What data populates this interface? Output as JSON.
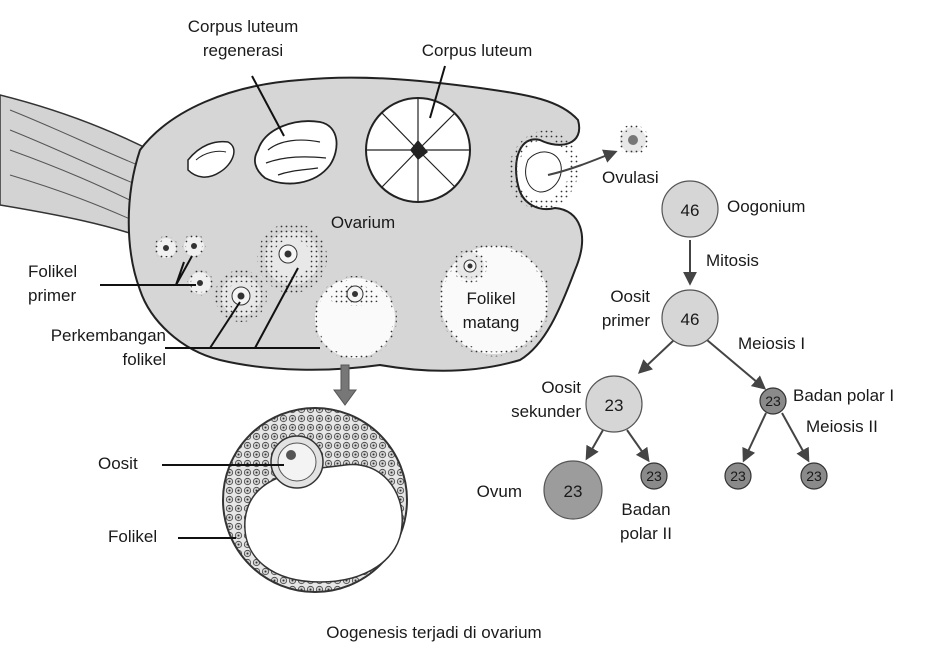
{
  "labels": {
    "corpus_luteum_regen_line1": "Corpus luteum",
    "corpus_luteum_regen_line2": "regenerasi",
    "corpus_luteum": "Corpus luteum",
    "ovarium": "Ovarium",
    "ovulasi": "Ovulasi",
    "folikel_primer_line1": "Folikel",
    "folikel_primer_line2": "primer",
    "perkembangan_line1": "Perkembangan",
    "perkembangan_line2": "folikel",
    "folikel_matang_line1": "Folikel",
    "folikel_matang_line2": "matang",
    "oosit": "Oosit",
    "folikel": "Folikel"
  },
  "flow": {
    "oogonium": {
      "label": "Oogonium",
      "count": "46"
    },
    "mitosis": "Mitosis",
    "oosit_primer": {
      "label_line1": "Oosit",
      "label_line2": "primer",
      "count": "46"
    },
    "meiosis_1": "Meiosis I",
    "oosit_sekunder": {
      "label_line1": "Oosit",
      "label_line2": "sekunder",
      "count": "23"
    },
    "badan_polar_1": {
      "label": "Badan polar I",
      "count": "23"
    },
    "meiosis_2": "Meiosis II",
    "ovum": {
      "label": "Ovum",
      "count": "23"
    },
    "badan_polar_2": {
      "label_line1": "Badan",
      "label_line2": "polar II",
      "count": "23"
    },
    "polar_child_left": {
      "count": "23"
    },
    "polar_child_right": {
      "count": "23"
    }
  },
  "caption": "Oogenesis terjadi di ovarium"
}
